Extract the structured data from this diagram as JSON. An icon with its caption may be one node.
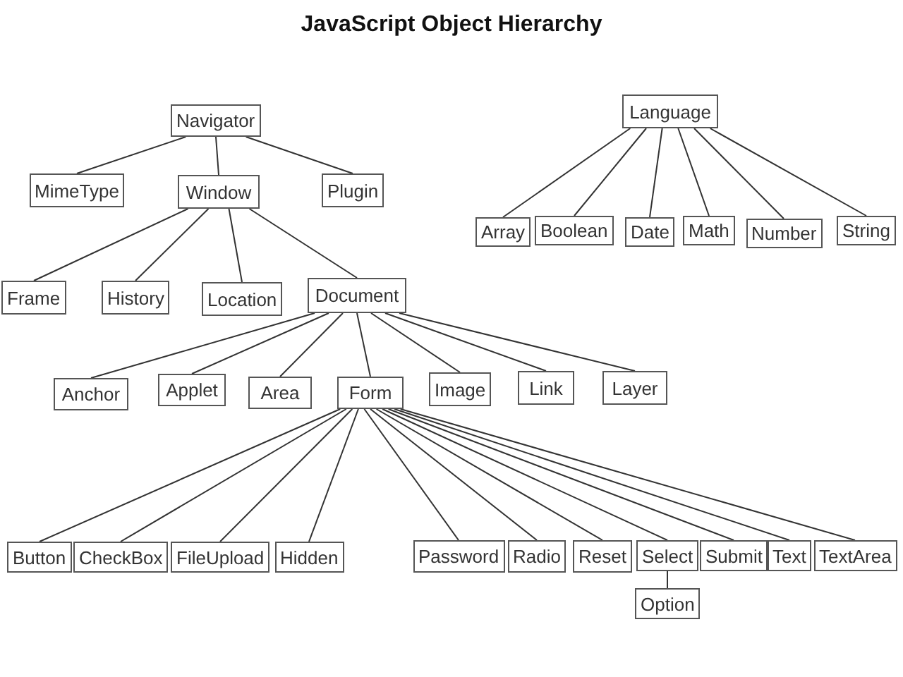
{
  "diagram": {
    "title": "JavaScript Object Hierarchy",
    "nodes": [
      {
        "text": [
          "Navigator"
        ]
      },
      {
        "text": [
          "Language"
        ]
      },
      {
        "text": [
          "MimeType"
        ]
      },
      {
        "text": [
          "Window"
        ]
      },
      {
        "text": [
          "Plugin"
        ]
      },
      {
        "text": [
          "Array"
        ]
      },
      {
        "text": [
          "Boolean"
        ]
      },
      {
        "text": [
          "Date"
        ]
      },
      {
        "text": [
          "Math"
        ]
      },
      {
        "text": [
          "Number"
        ]
      },
      {
        "text": [
          "String"
        ]
      },
      {
        "text": [
          "Frame"
        ]
      },
      {
        "text": [
          "History"
        ]
      },
      {
        "text": [
          "Location"
        ]
      },
      {
        "text": [
          "Document"
        ]
      },
      {
        "text": [
          "Anchor"
        ]
      },
      {
        "text": [
          "Applet"
        ]
      },
      {
        "text": [
          "Area"
        ]
      },
      {
        "text": [
          "Form"
        ]
      },
      {
        "text": [
          "Image"
        ]
      },
      {
        "text": [
          "Link"
        ]
      },
      {
        "text": [
          "Layer"
        ]
      },
      {
        "text": [
          "Button"
        ]
      },
      {
        "text": [
          "CheckBox"
        ]
      },
      {
        "text": [
          "FileUpload"
        ]
      },
      {
        "text": [
          "Hidden"
        ]
      },
      {
        "text": [
          "Password"
        ]
      },
      {
        "text": [
          "Radio"
        ]
      },
      {
        "text": [
          "Reset"
        ]
      },
      {
        "text": [
          "Select"
        ]
      },
      {
        "text": [
          "Submit"
        ]
      },
      {
        "text": [
          "Text"
        ]
      },
      {
        "text": [
          "TextArea"
        ]
      },
      {
        "text": [
          "Option"
        ]
      }
    ],
    "edges": [
      {
        "from": 0,
        "to": 2,
        "arrow": "none"
      },
      {
        "from": 0,
        "to": 3,
        "arrow": "none"
      },
      {
        "from": 0,
        "to": 4,
        "arrow": "none"
      },
      {
        "from": 1,
        "to": 5,
        "arrow": "none"
      },
      {
        "from": 1,
        "to": 6,
        "arrow": "none"
      },
      {
        "from": 1,
        "to": 7,
        "arrow": "none"
      },
      {
        "from": 1,
        "to": 8,
        "arrow": "none"
      },
      {
        "from": 1,
        "to": 9,
        "arrow": "none"
      },
      {
        "from": 1,
        "to": 10,
        "arrow": "none"
      },
      {
        "from": 3,
        "to": 11,
        "arrow": "none"
      },
      {
        "from": 3,
        "to": 12,
        "arrow": "none"
      },
      {
        "from": 3,
        "to": 13,
        "arrow": "none"
      },
      {
        "from": 3,
        "to": 14,
        "arrow": "none"
      },
      {
        "from": 14,
        "to": 15,
        "arrow": "none"
      },
      {
        "from": 14,
        "to": 16,
        "arrow": "none"
      },
      {
        "from": 14,
        "to": 17,
        "arrow": "none"
      },
      {
        "from": 14,
        "to": 18,
        "arrow": "none"
      },
      {
        "from": 14,
        "to": 19,
        "arrow": "none"
      },
      {
        "from": 14,
        "to": 20,
        "arrow": "none"
      },
      {
        "from": 14,
        "to": 21,
        "arrow": "none"
      },
      {
        "from": 18,
        "to": 22,
        "arrow": "none"
      },
      {
        "from": 18,
        "to": 23,
        "arrow": "none"
      },
      {
        "from": 18,
        "to": 24,
        "arrow": "none"
      },
      {
        "from": 18,
        "to": 25,
        "arrow": "none"
      },
      {
        "from": 18,
        "to": 26,
        "arrow": "none"
      },
      {
        "from": 18,
        "to": 27,
        "arrow": "none"
      },
      {
        "from": 18,
        "to": 28,
        "arrow": "none"
      },
      {
        "from": 18,
        "to": 29,
        "arrow": "none"
      },
      {
        "from": 18,
        "to": 30,
        "arrow": "none"
      },
      {
        "from": 18,
        "to": 31,
        "arrow": "none"
      },
      {
        "from": 18,
        "to": 32,
        "arrow": "none"
      },
      {
        "from": 29,
        "to": 33,
        "arrow": "none"
      }
    ]
  }
}
